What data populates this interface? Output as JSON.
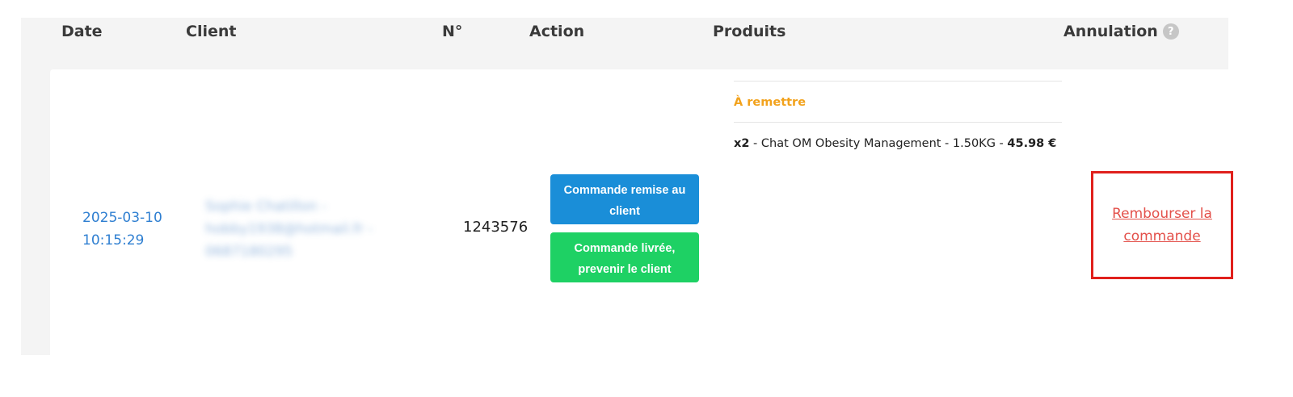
{
  "headers": {
    "date": "Date",
    "client": "Client",
    "num": "N°",
    "action": "Action",
    "produits": "Produits",
    "annulation": "Annulation",
    "help_icon": "?"
  },
  "row": {
    "date_line1": "2025-03-10",
    "date_line2": "10:15:29",
    "client_line1": "Sophie Chatillon -",
    "client_line2": "hobby1938@hotmail.fr -",
    "client_line3": "0687180295",
    "order_number": "1243576",
    "buttons": {
      "handed_over": "Commande remise au client",
      "delivered": "Commande livrée, prevenir le client"
    },
    "products": {
      "status": "À remettre",
      "quantity": "x2",
      "sep1": " - ",
      "name": "Chat OM Obesity Management - 1.50KG",
      "sep2": " - ",
      "price": "45.98 €"
    },
    "refund_link": "Rembourser la commande"
  },
  "colors": {
    "header_bg": "#f4f4f4",
    "date_link": "#2f7fd1",
    "btn_blue": "#1a8ed8",
    "btn_green": "#1ed164",
    "status_orange": "#f2a21c",
    "refund_red": "#e3504a",
    "highlight_box": "#e0201c"
  },
  "icons": {
    "help": "question-circle-icon"
  }
}
